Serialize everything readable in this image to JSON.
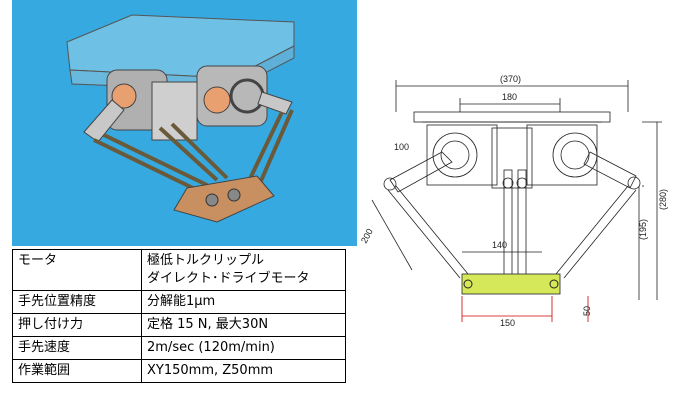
{
  "specs": [
    {
      "label": "モータ",
      "value_line1": "極低トルクリップル",
      "value_line2": "ダイレクト･ドライブモータ"
    },
    {
      "label": "手先位置精度",
      "value_line1": "分解能1μm"
    },
    {
      "label": "押し付け力",
      "value_line1": "定格 15 N, 最大30N"
    },
    {
      "label": "手先速度",
      "value_line1": "2m/sec (120m/min)"
    },
    {
      "label": "作業範囲",
      "value_line1": "XY150mm, Z50mm"
    }
  ],
  "dimensions": {
    "overall_width": "(370)",
    "top_plate_width": "180",
    "upper_arm": "100",
    "lower_arm": "200",
    "platform_inner": "140",
    "workspace_xy": "150",
    "workspace_z": "50",
    "height_195": "(195)",
    "height_280": "(280)"
  },
  "colors": {
    "background_render": "#36a9e0",
    "platform_highlight": "#d4e85a",
    "workspace_dim": "#cc0000"
  }
}
